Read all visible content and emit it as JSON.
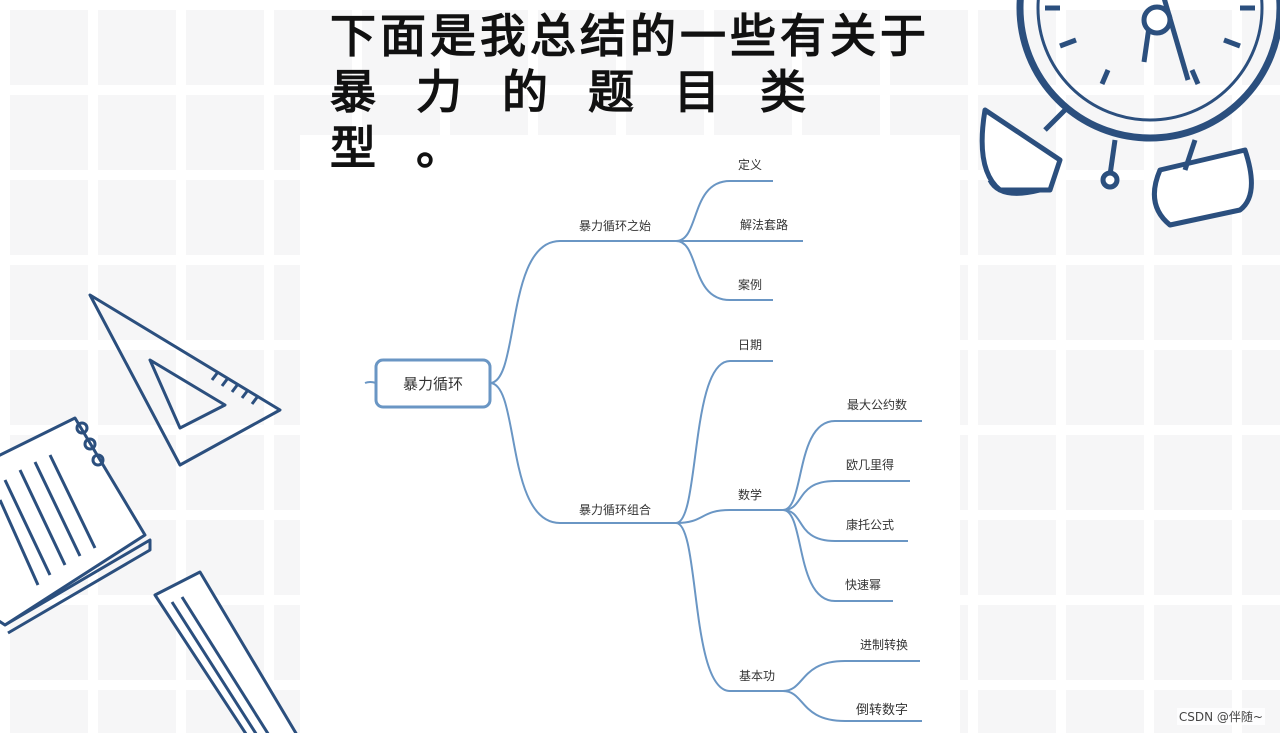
{
  "heading": {
    "line1": "下面是我总结的一些有关于",
    "line2": "暴力的题目类型。"
  },
  "mindmap": {
    "root": "暴力循环",
    "branch_start": {
      "label": "暴力循环之始",
      "children": [
        "定义",
        "解法套路",
        "案例"
      ]
    },
    "branch_combo": {
      "label": "暴力循环组合",
      "date": "日期",
      "math": {
        "label": "数学",
        "children": [
          "最大公约数",
          "欧几里得",
          "康托公式",
          "快速幂"
        ]
      },
      "basics": {
        "label": "基本功",
        "children": [
          "进制转换",
          "倒转数字"
        ]
      }
    }
  },
  "colors": {
    "line": "#6a96c4",
    "deco": "#2b4f7e",
    "accent": "#7fa8d3"
  },
  "icons": [
    "alarm-clock-icon",
    "triangle-ruler-icon",
    "notebook-icon",
    "ruler-icon"
  ],
  "watermark": "CSDN @伴随~"
}
